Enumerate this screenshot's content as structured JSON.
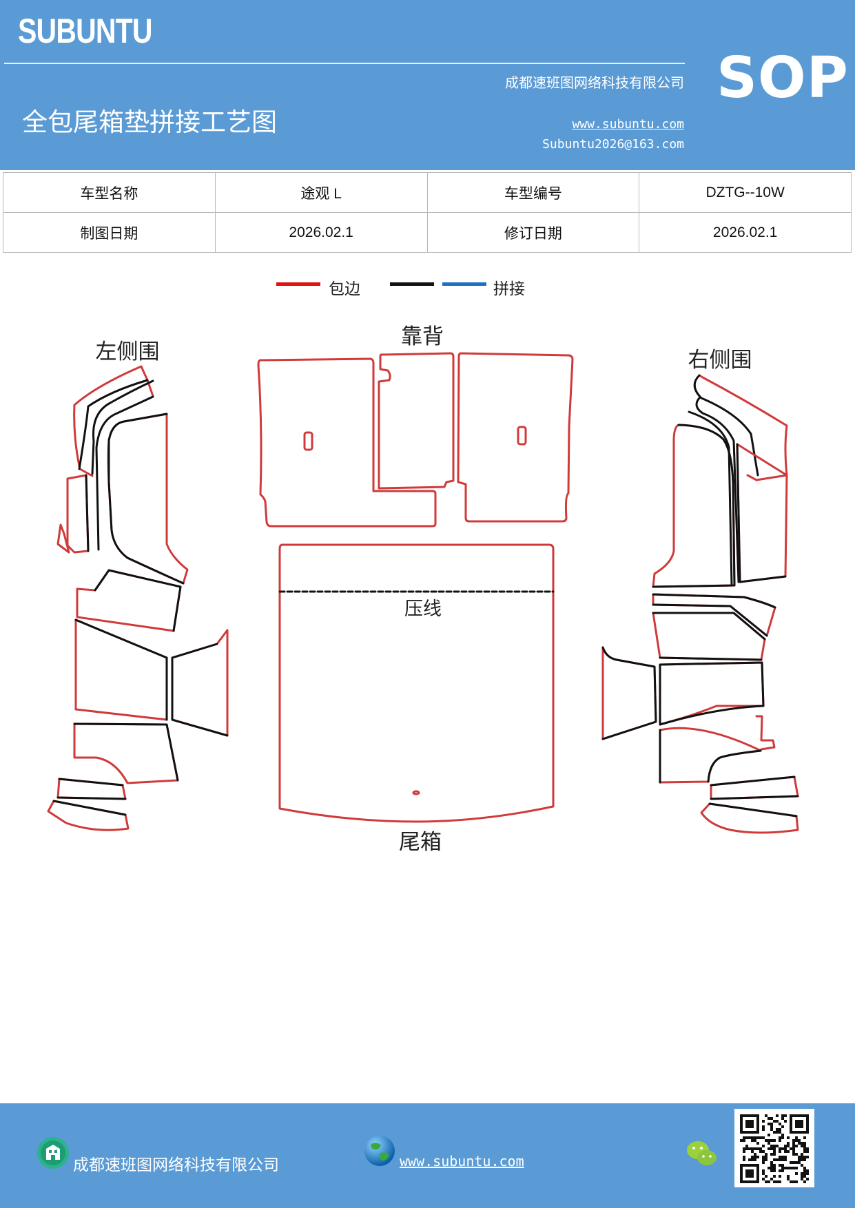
{
  "header": {
    "brand": "SUBUNTU",
    "doc_type": "SOP",
    "company": "成都速班图网络科技有限公司",
    "title": "全包尾箱垫拼接工艺图",
    "website": "www.subuntu.com",
    "email": "Subuntu2026@163.com"
  },
  "info_table": {
    "model_name_label": "车型名称",
    "model_name": "途观 L",
    "model_code_label": "车型编号",
    "model_code": "DZTG--10W",
    "draw_date_label": "制图日期",
    "draw_date": "2026.02.1",
    "revision_date_label": "修订日期",
    "revision_date": "2026.02.1"
  },
  "legend": {
    "items": [
      {
        "label": "包边",
        "color": "#e01010"
      },
      {
        "label": "",
        "color": "#111111"
      },
      {
        "label": "拼接",
        "color": "#1f6fc0"
      }
    ]
  },
  "diagram": {
    "left_side_label": "左侧围",
    "backrest_label": "靠背",
    "right_side_label": "右侧围",
    "crease_label": "压线",
    "trunk_label": "尾箱",
    "edge_color": "#d03a3a",
    "seam_color": "#111111"
  },
  "footer": {
    "company": "成都速班图网络科技有限公司",
    "website": "www.subuntu.com",
    "icons": [
      "building-icon",
      "globe-icon",
      "wechat-icon",
      "qr-code"
    ]
  }
}
